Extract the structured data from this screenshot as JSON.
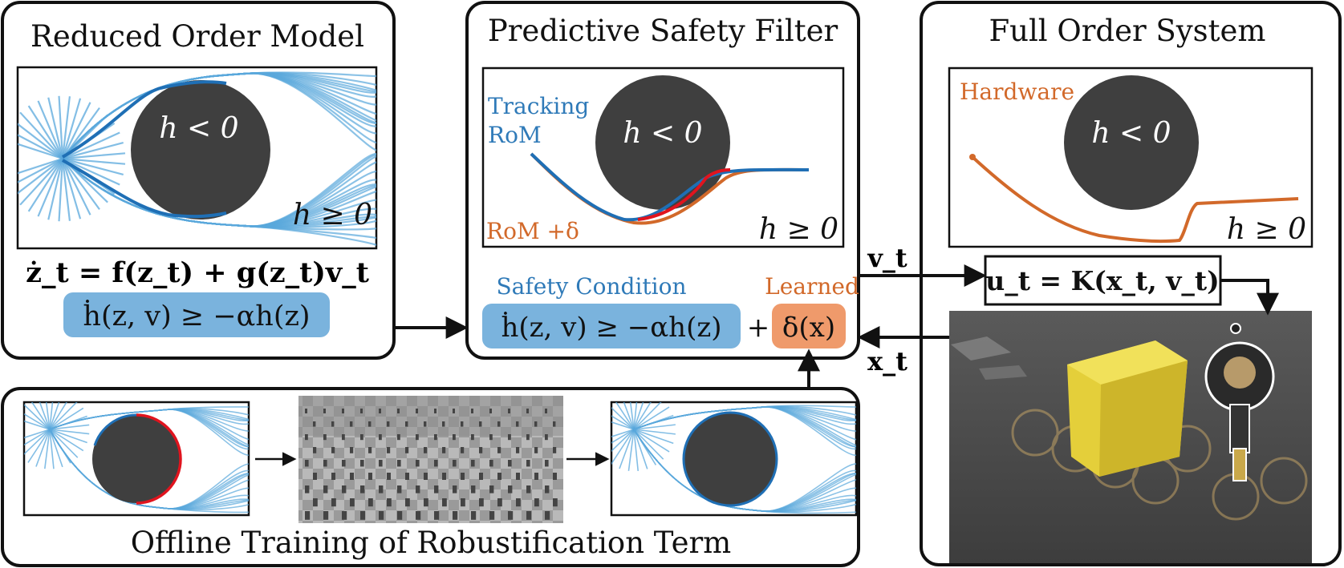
{
  "colors": {
    "blue_line": "#2f7ab8",
    "light_blue_line": "#5aa8dc",
    "orange_line": "#d2692a",
    "red_line": "#e0141e",
    "obstacle": "#3f3f3f",
    "blue_box": "#7ab3dd",
    "orange_box": "#ef9a6b",
    "text_blue": "#2f7ab8",
    "text_orange": "#d2692a"
  },
  "panels": {
    "rom": {
      "title": "Reduced Order Model",
      "region_unsafe": "h < 0",
      "region_safe": "h ≥ 0",
      "dynamics": "ż_t = f(z_t) + g(z_t)v_t",
      "condition": "ḣ(z, v) ≥ −αh(z)"
    },
    "psf": {
      "title": "Predictive Safety Filter",
      "legend_tracking": "Tracking",
      "legend_rom": "RoM",
      "legend_rom_delta": "RoM +δ",
      "region_unsafe": "h < 0",
      "region_safe": "h ≥ 0",
      "safety_condition_label": "Safety Condition",
      "learned_label": "Learned",
      "condition": "ḣ(z, v) ≥ −αh(z)",
      "plus": "+",
      "learned_term": "δ(x)"
    },
    "fos": {
      "title": "Full Order System",
      "legend_hardware": "Hardware",
      "region_unsafe": "h < 0",
      "region_safe": "h ≥ 0",
      "controller": "u_t = K(x_t, v_t)"
    },
    "offline": {
      "title": "Offline Training of Robustification Term"
    }
  },
  "signals": {
    "v": "v_t",
    "x": "x_t"
  }
}
